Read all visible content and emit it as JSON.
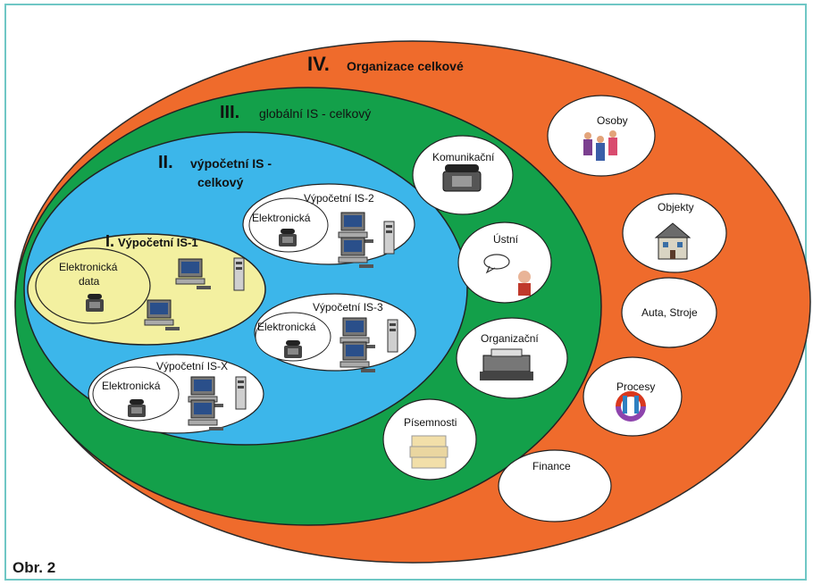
{
  "levels": {
    "iv": {
      "num": "IV.",
      "label": "Organizace celkové"
    },
    "iii": {
      "num": "III.",
      "label": "globální IS - celkový"
    },
    "ii": {
      "num": "II.",
      "label_line1": "výpočetní IS -",
      "label_line2": "celkový"
    },
    "i": {
      "num": "I.",
      "label": "Výpočetní IS-1"
    }
  },
  "is1": {
    "data_line1": "Elektronická",
    "data_line2": "data"
  },
  "subsystems": [
    {
      "title": "Výpočetní IS-2",
      "data_label": "Elektronická"
    },
    {
      "title": "Výpočetní IS-3",
      "data_label": "Elektronická"
    },
    {
      "title": "Výpočetní IS-X",
      "data_label": "Elektronická"
    }
  ],
  "information_types": [
    "Komunikační",
    "Ústní",
    "Organizační",
    "Písemnosti"
  ],
  "resources": [
    "Osoby",
    "Objekty",
    "Auta, Stroje",
    "Procesy",
    "Finance"
  ],
  "caption": "Obr. 2",
  "colors": {
    "level_iv": "#ef6b2c",
    "level_iii": "#13a04a",
    "level_ii": "#3cb6ea",
    "level_i": "#f3f0a0",
    "frame": "#6fc7c5"
  }
}
